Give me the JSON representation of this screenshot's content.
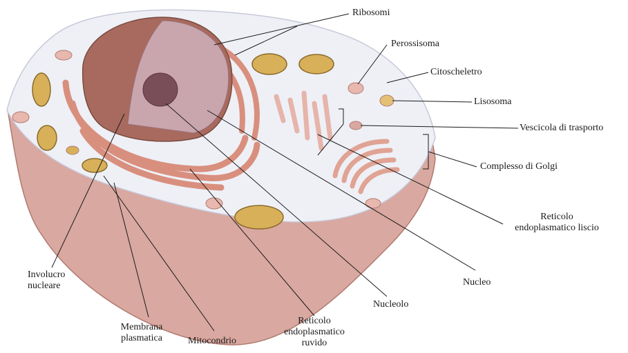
{
  "labels": {
    "ribosomi": "Ribosomi",
    "perossisoma": "Perossisoma",
    "citoscheletro": "Citoscheletro",
    "lisosoma": "Lisosoma",
    "vescicola": "Vescicola di trasporto",
    "golgi": "Complesso di Golgi",
    "rel": [
      "Reticolo",
      "endoplasmatico liscio"
    ],
    "nucleo": "Nucleo",
    "nucleolo": "Nucleolo",
    "rer": [
      "Reticolo",
      "endoplasmatico",
      "ruvido"
    ],
    "mitocondrio": "Mitocondrio",
    "membrana": [
      "Membrana",
      "plasmatica"
    ],
    "involucro": [
      "Involucro",
      "nucleare"
    ]
  },
  "colors": {
    "cell_body": "#d9a8a0",
    "cytoplasm": "#eef0f6",
    "nucleus": "#a86a5e",
    "nucleus_cut": "#c9a5ad",
    "er": "#d98f7e",
    "mitochondria": "#d8b05a",
    "leader_line": "#1a1a1a"
  }
}
